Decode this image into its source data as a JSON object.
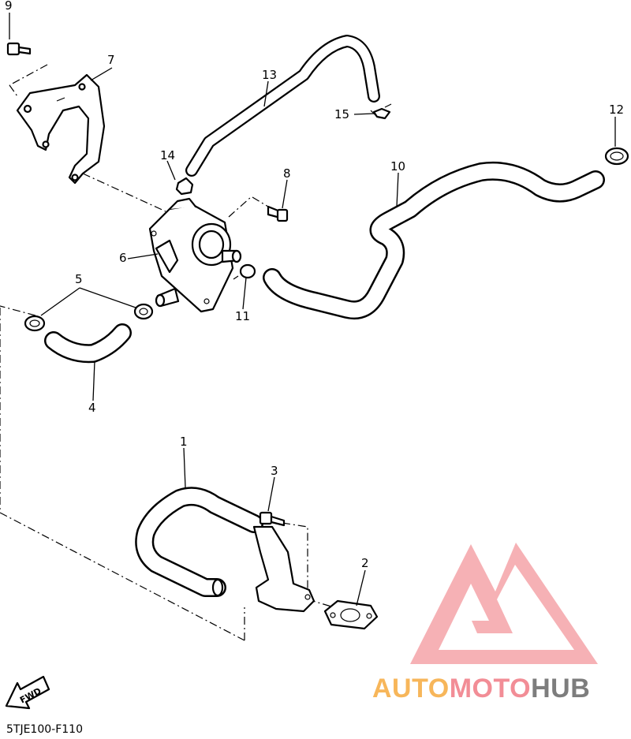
{
  "callouts": [
    {
      "id": "9",
      "label": "9"
    },
    {
      "id": "7",
      "label": "7"
    },
    {
      "id": "13",
      "label": "13"
    },
    {
      "id": "15",
      "label": "15"
    },
    {
      "id": "12",
      "label": "12"
    },
    {
      "id": "14",
      "label": "14"
    },
    {
      "id": "8",
      "label": "8"
    },
    {
      "id": "10",
      "label": "10"
    },
    {
      "id": "6",
      "label": "6"
    },
    {
      "id": "5",
      "label": "5"
    },
    {
      "id": "11",
      "label": "11"
    },
    {
      "id": "4",
      "label": "4"
    },
    {
      "id": "1",
      "label": "1"
    },
    {
      "id": "3",
      "label": "3"
    },
    {
      "id": "2",
      "label": "2"
    }
  ],
  "fwd_arrow": {
    "label": "FWD"
  },
  "diagram_code": "5TJE100-F110",
  "watermark": {
    "part1": "AUTO",
    "part2": "MOTO",
    "part3": "HUB",
    "colors": {
      "auto": "#f7b65a",
      "moto": "#f28d96",
      "hub": "#7d7d7d",
      "logo": "#f5a3a8"
    }
  }
}
